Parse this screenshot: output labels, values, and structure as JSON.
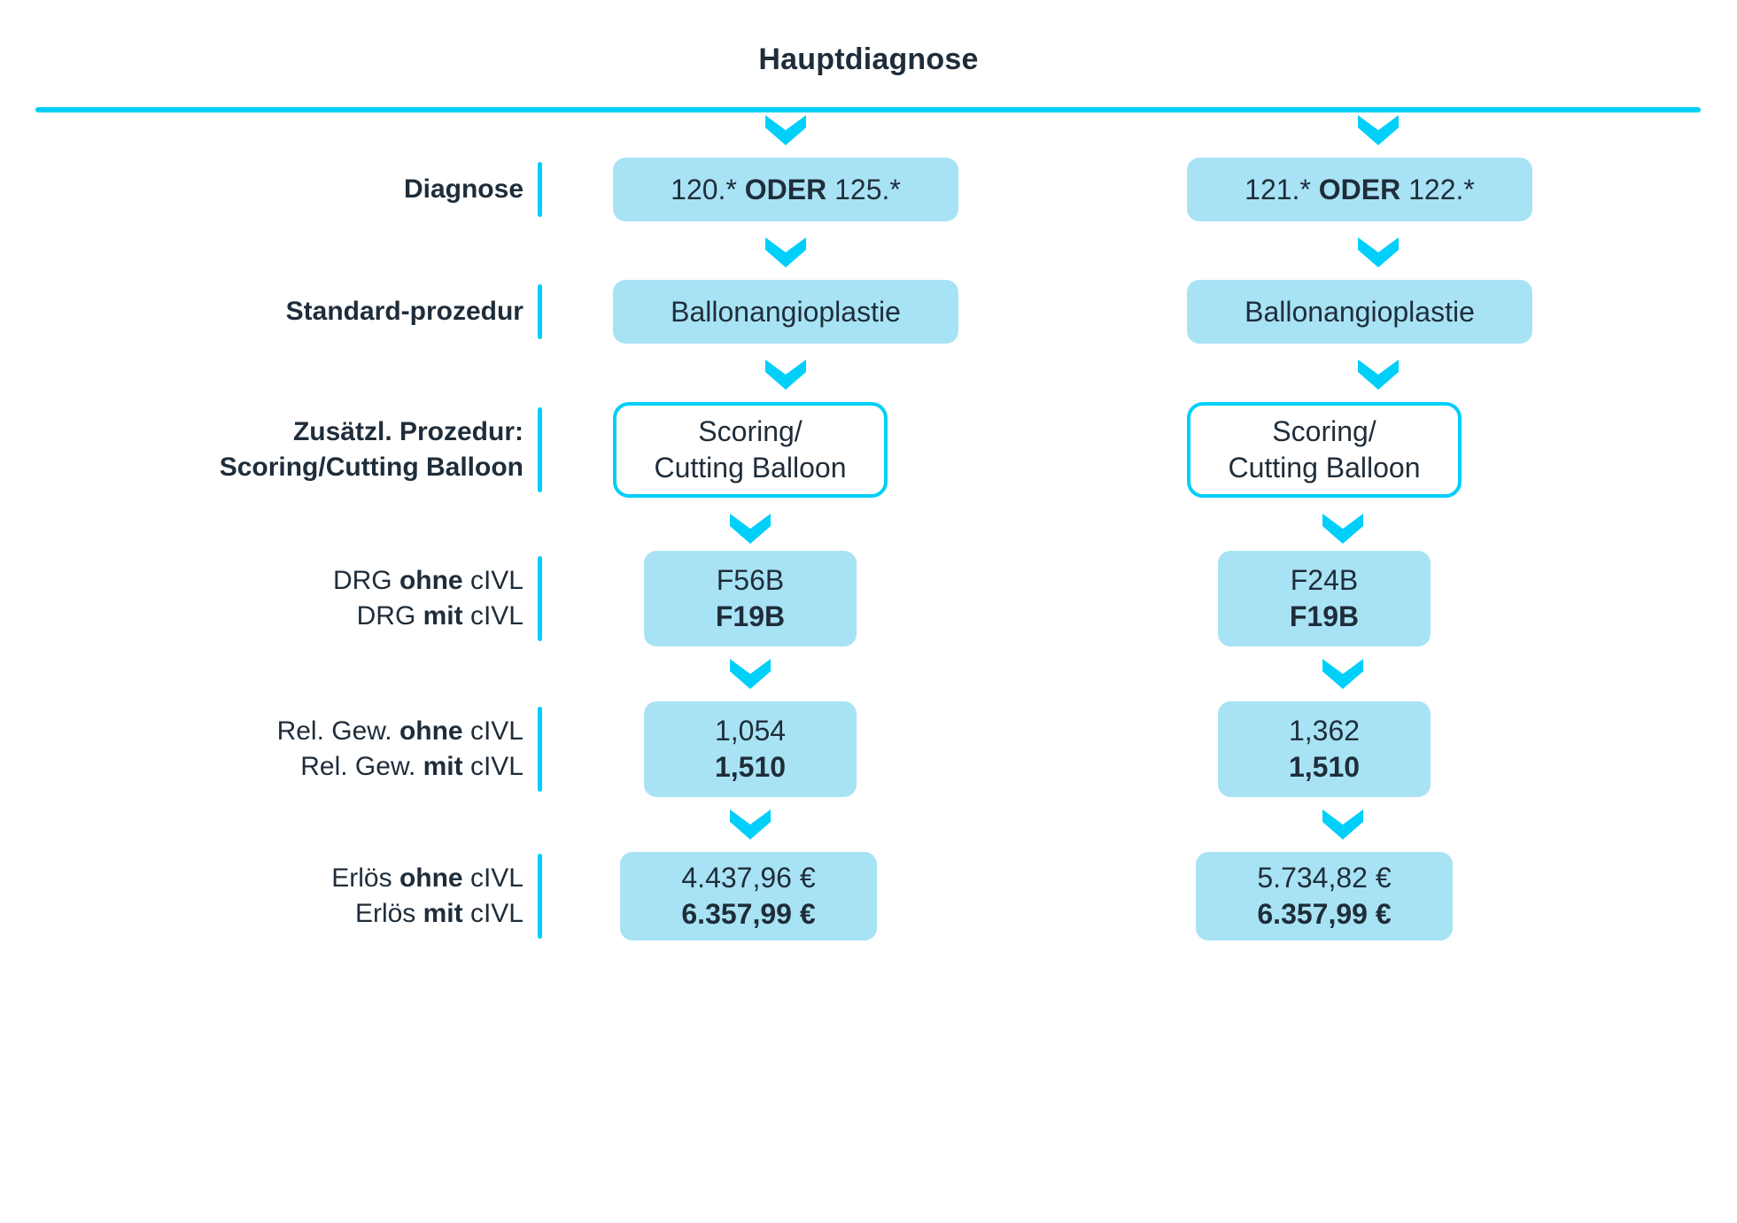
{
  "header": {
    "title": "Hauptdiagnose"
  },
  "colors": {
    "accent_cyan": "#00CFFA",
    "box_fill": "#A8E3F5",
    "text_dark": "#1F2D3A",
    "box_outline_fill": "#FFFFFF"
  },
  "rows": [
    {
      "key": "diagnose",
      "label_lines": [
        "Diagnose"
      ],
      "left": {
        "pre": "120.* ",
        "bold": "ODER",
        "post": " 125.*"
      },
      "right": {
        "pre": "121.* ",
        "bold": "ODER",
        "post": " 122.*"
      }
    },
    {
      "key": "standard-prozedur",
      "label_lines": [
        "Standard-prozedur"
      ],
      "left": {
        "text": "Ballonangioplastie"
      },
      "right": {
        "text": "Ballonangioplastie"
      }
    },
    {
      "key": "zusaetzliche-prozedur",
      "label_lines": [
        "Zusätzl. Prozedur:",
        "Scoring/Cutting Balloon"
      ],
      "left": {
        "line1": "Scoring/",
        "line2": "Cutting Balloon"
      },
      "right": {
        "line1": "Scoring/",
        "line2": "Cutting Balloon"
      }
    },
    {
      "key": "drg",
      "label_line1_pre": "DRG ",
      "label_line1_bold": "ohne",
      "label_line1_post": " cIVL",
      "label_line2_pre": "DRG ",
      "label_line2_bold": "mit",
      "label_line2_post": " cIVL",
      "left": {
        "without_civl": "F56B",
        "with_civl": "F19B"
      },
      "right": {
        "without_civl": "F24B",
        "with_civl": "F19B"
      }
    },
    {
      "key": "rel-gew",
      "label_line1_pre": "Rel. Gew. ",
      "label_line1_bold": "ohne",
      "label_line1_post": " cIVL",
      "label_line2_pre": "Rel. Gew. ",
      "label_line2_bold": "mit",
      "label_line2_post": " cIVL",
      "left": {
        "without_civl": "1,054",
        "with_civl": "1,510"
      },
      "right": {
        "without_civl": "1,362",
        "with_civl": "1,510"
      }
    },
    {
      "key": "erloes",
      "label_line1_pre": "Erlös ",
      "label_line1_bold": "ohne",
      "label_line1_post": " cIVL",
      "label_line2_pre": "Erlös ",
      "label_line2_bold": "mit",
      "label_line2_post": " cIVL",
      "left": {
        "without_civl": "4.437,96 €",
        "with_civl": "6.357,99 €"
      },
      "right": {
        "without_civl": "5.734,82 €",
        "with_civl": "6.357,99 €"
      }
    }
  ],
  "icons": {
    "chevron_down": "chevron-down-icon"
  }
}
